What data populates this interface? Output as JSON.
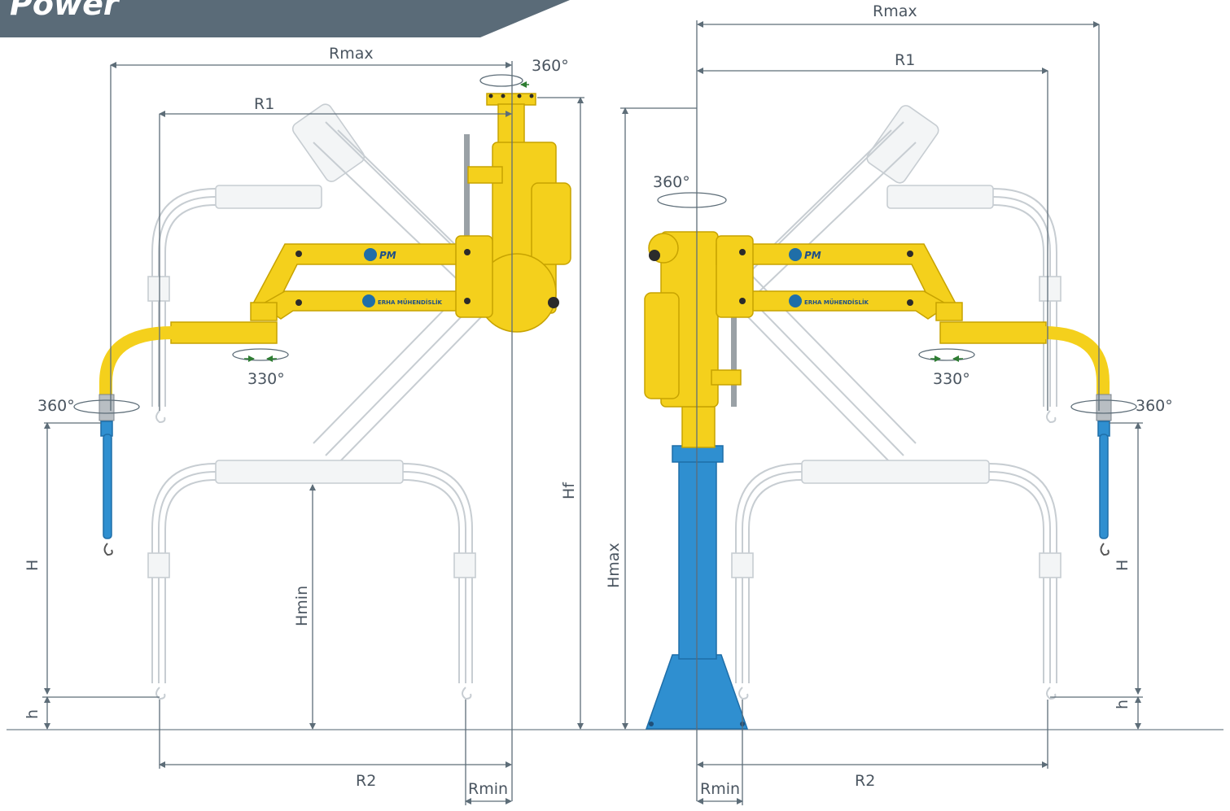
{
  "banner": {
    "text": "Power",
    "bg": "#5a6b78"
  },
  "colors": {
    "yellow": "#f4d01c",
    "blue": "#2f8fd0",
    "ghost": "#c7cdd2",
    "dimension": "#5d6d78"
  },
  "left": {
    "rmax": "Rmax",
    "r1": "R1",
    "rot_top": "360°",
    "rot_mid": "330°",
    "rot_tool": "360°",
    "hf": "Hf",
    "h_upper": "H",
    "h_lower": "h",
    "hmin": "Hmin",
    "r2": "R2",
    "rmin": "Rmin",
    "logo_pm": "PM",
    "logo_erha": "ERHA MÜHENDİSLİK"
  },
  "right": {
    "rmax": "Rmax",
    "r1": "R1",
    "rot_top": "360°",
    "rot_mid": "330°",
    "rot_tool": "360°",
    "hmax": "Hmax",
    "h_upper": "H",
    "h_lower": "h",
    "r2": "R2",
    "rmin": "Rmin",
    "logo_pm": "PM",
    "logo_erha": "ERHA MÜHENDİSLİK"
  }
}
